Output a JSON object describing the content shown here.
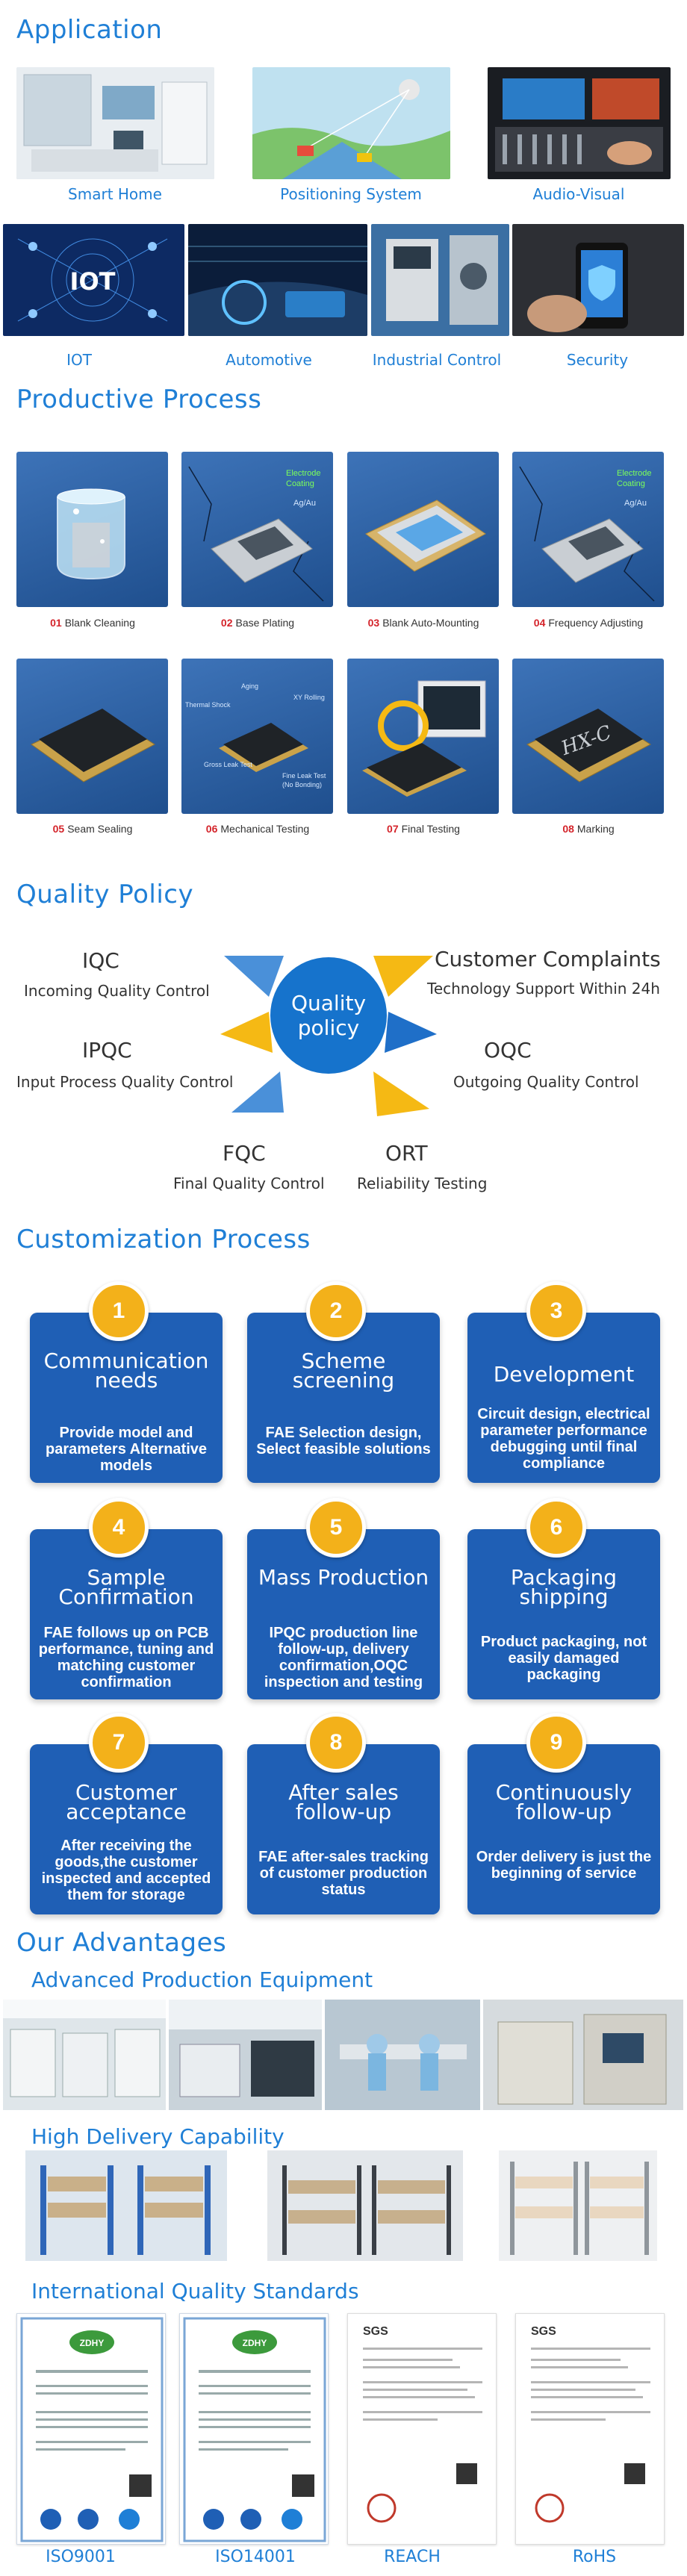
{
  "application": {
    "title": "Application",
    "items": [
      {
        "label": "Smart Home"
      },
      {
        "label": "Positioning System"
      },
      {
        "label": "Audio-Visual"
      },
      {
        "label": "IOT"
      },
      {
        "label": "Automotive"
      },
      {
        "label": "Industrial Control"
      },
      {
        "label": "Security"
      }
    ],
    "iot_text": "IOT"
  },
  "process": {
    "title": "Productive Process",
    "steps": [
      {
        "num": "01",
        "label": "Blank Cleaning"
      },
      {
        "num": "02",
        "label": "Base Plating"
      },
      {
        "num": "03",
        "label": "Blank Auto-Mounting"
      },
      {
        "num": "04",
        "label": "Frequency Adjusting"
      },
      {
        "num": "05",
        "label": "Seam Sealing"
      },
      {
        "num": "06",
        "label": "Mechanical Testing"
      },
      {
        "num": "07",
        "label": "Final Testing"
      },
      {
        "num": "08",
        "label": "Marking"
      }
    ],
    "tile_text": {
      "electrode": "Electrode",
      "coating": "Coating",
      "agau": "Ag/Au",
      "aging": "Aging",
      "thermal_shock": "Thermal Shock",
      "xy_rolling": "XY Rolling",
      "gross_leak": "Gross Leak Test",
      "fine_leak": "Fine Leak Test",
      "no_bonding": "(No Bonding)",
      "marking": "HX-C"
    }
  },
  "quality": {
    "title": "Quality Policy",
    "center_line1": "Quality",
    "center_line2": "policy",
    "iqc": "IQC",
    "iqc_desc": "Incoming Quality Control",
    "cc": "Customer Complaints",
    "cc_desc": "Technology Support Within 24h",
    "ipqc": "IPQC",
    "ipqc_desc": "Input Process Quality Control",
    "oqc": "OQC",
    "oqc_desc": "Outgoing Quality Control",
    "fqc": "FQC",
    "fqc_desc": "Final Quality Control",
    "ort": "ORT",
    "ort_desc": "Reliability Testing"
  },
  "customization": {
    "title": "Customization Process",
    "cards": [
      {
        "num": "1",
        "title": "Communication needs",
        "body": "Provide model and parameters Alternative models"
      },
      {
        "num": "2",
        "title": "Scheme screening",
        "body": "FAE Selection design, Select feasible solutions"
      },
      {
        "num": "3",
        "title": "Development",
        "body": "Circuit design, electrical parameter performance debugging until final compliance"
      },
      {
        "num": "4",
        "title": "Sample Confirmation",
        "body": "FAE follows up on PCB performance, tuning and matching customer confirmation"
      },
      {
        "num": "5",
        "title": "Mass Production",
        "body": "IPQC production line follow-up, delivery confirmation,OQC inspection and testing"
      },
      {
        "num": "6",
        "title": "Packaging shipping",
        "body": "Product packaging, not easily damaged packaging"
      },
      {
        "num": "7",
        "title": "Customer acceptance",
        "body": "After receiving the goods,the customer inspected and accepted them for storage"
      },
      {
        "num": "8",
        "title": "After sales follow-up",
        "body": "FAE after-sales tracking of customer production status"
      },
      {
        "num": "9",
        "title": "Continuously follow-up",
        "body": "Order delivery is just the beginning of service"
      }
    ]
  },
  "advantages": {
    "title": "Our Advantages",
    "equipment_title": "Advanced Production Equipment",
    "delivery_title": "High Delivery Capability",
    "standards_title": "International Quality Standards",
    "certs": [
      {
        "label": "ISO9001",
        "logo": "ZDHY",
        "sgs": ""
      },
      {
        "label": "ISO14001",
        "logo": "ZDHY",
        "sgs": ""
      },
      {
        "label": "REACH",
        "logo": "",
        "sgs": "SGS"
      },
      {
        "label": "RoHS",
        "logo": "",
        "sgs": "SGS"
      }
    ]
  },
  "colors": {
    "accent": "#1f7fd6",
    "card": "#1f5fb5",
    "badge": "#f3b11a",
    "step_number": "#d4232a"
  }
}
